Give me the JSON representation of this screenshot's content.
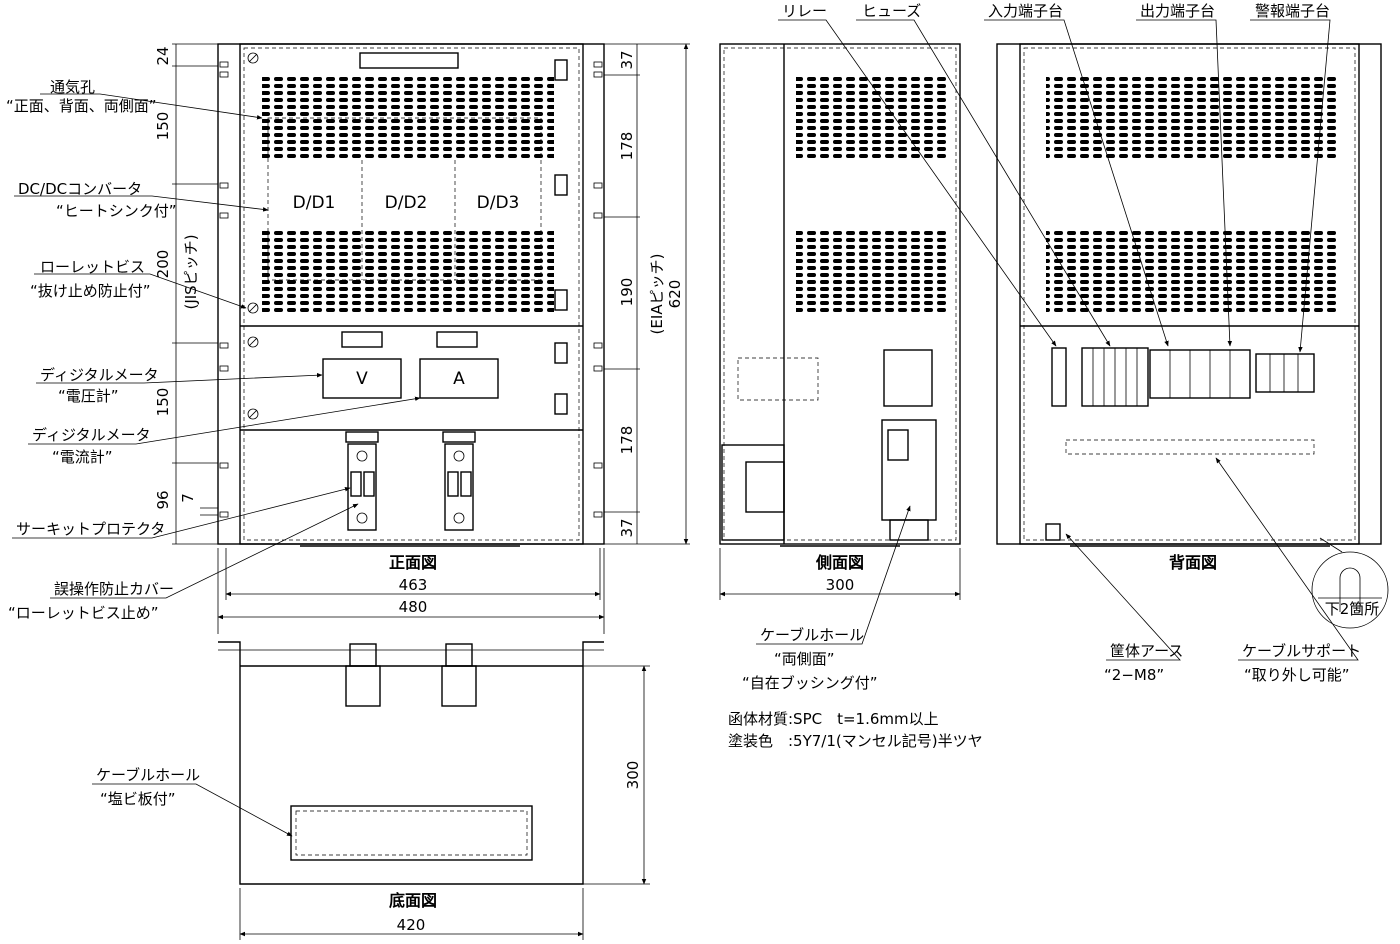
{
  "views": {
    "front": "正面図",
    "side": "側面図",
    "back": "背面図",
    "bottom": "底面図"
  },
  "dimensions": {
    "front_width_inner": "463",
    "front_width_outer": "480",
    "side_depth": "300",
    "bottom_depth": "300",
    "bottom_width": "420",
    "left_24": "24",
    "left_150a": "150",
    "left_200": "200",
    "left_150b": "150",
    "left_96": "96",
    "left_7": "7",
    "jis_pitch": "(JISピッチ)",
    "right_37a": "37",
    "right_178a": "178",
    "right_190": "190",
    "right_178b": "178",
    "right_37b": "37",
    "eia_pitch": "(EIAピッチ)",
    "right_620": "620"
  },
  "modules": {
    "dd1": "D/D1",
    "dd2": "D/D2",
    "dd3": "D/D3",
    "meter_v": "V",
    "meter_a": "A"
  },
  "callouts": {
    "vent_title": "通気孔",
    "vent_sub": "“正面、背面、両側面”",
    "dcdc_title": "DC/DCコンバータ",
    "dcdc_sub": "“ヒートシンク付”",
    "knurl_title": "ローレットビス",
    "knurl_sub": "“抜け止め防止付”",
    "meter_v_title": "ディジタルメータ",
    "meter_v_sub": "“電圧計”",
    "meter_a_title": "ディジタルメータ",
    "meter_a_sub": "“電流計”",
    "breaker": "サーキットプロテクタ",
    "cover_title": "誤操作防止カバー",
    "cover_sub": "“ローレットビス止め”",
    "relay": "リレー",
    "fuse": "ヒューズ",
    "input_terminal": "入力端子台",
    "output_terminal": "出力端子台",
    "alarm_terminal": "警報端子台",
    "side_hole_title": "ケーブルホール",
    "side_hole_sub1": "“両側面”",
    "side_hole_sub2": "“自在ブッシング付”",
    "earth_title": "筐体アース",
    "earth_sub": "“2−M8”",
    "support_title": "ケーブルサポート",
    "support_sub": "“取り外し可能”",
    "bottom_two": "下2箇所",
    "bottom_hole_title": "ケーブルホール",
    "bottom_hole_sub": "“塩ビ板付”"
  },
  "notes": {
    "material": "函体材質:SPC　t=1.6mm以上",
    "paint": "塗装色　:5Y7/1(マンセル記号)半ツヤ"
  }
}
